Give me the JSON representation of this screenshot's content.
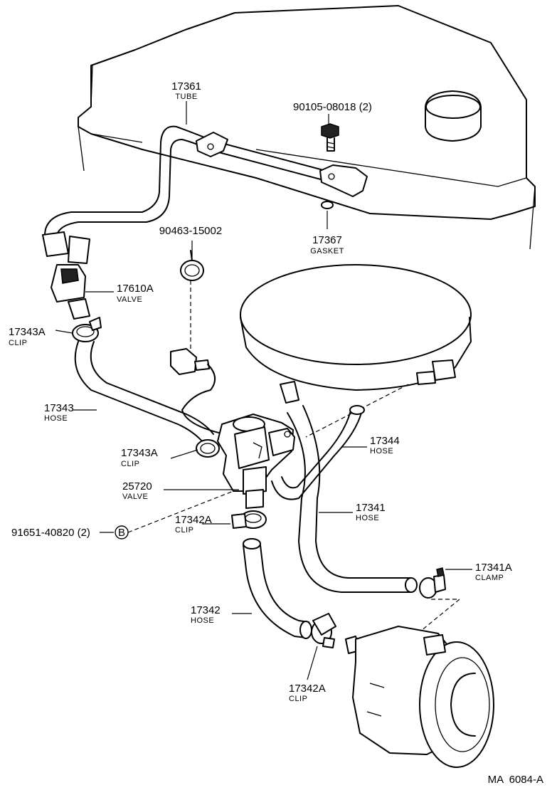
{
  "diagram_code": "MA  6084-A",
  "parts": [
    {
      "number": "17361",
      "name": "TUBE"
    },
    {
      "number": "90105-08018 (2)",
      "name": ""
    },
    {
      "number": "90463-15002",
      "name": ""
    },
    {
      "number": "17367",
      "name": "GASKET"
    },
    {
      "number": "17610A",
      "name": "VALVE"
    },
    {
      "number": "17343A",
      "name": "CLIP"
    },
    {
      "number": "17343",
      "name": "HOSE"
    },
    {
      "number": "17344",
      "name": "HOSE"
    },
    {
      "number": "17343A",
      "name": "CLIP"
    },
    {
      "number": "25720",
      "name": "VALVE"
    },
    {
      "number": "17341",
      "name": "HOSE"
    },
    {
      "number": "91651-40820 (2)",
      "name": ""
    },
    {
      "number": "17342A",
      "name": "CLIP"
    },
    {
      "number": "17341A",
      "name": "CLAMP"
    },
    {
      "number": "17342",
      "name": "HOSE"
    },
    {
      "number": "17342A",
      "name": "CLIP"
    }
  ],
  "reference_marker": "B"
}
